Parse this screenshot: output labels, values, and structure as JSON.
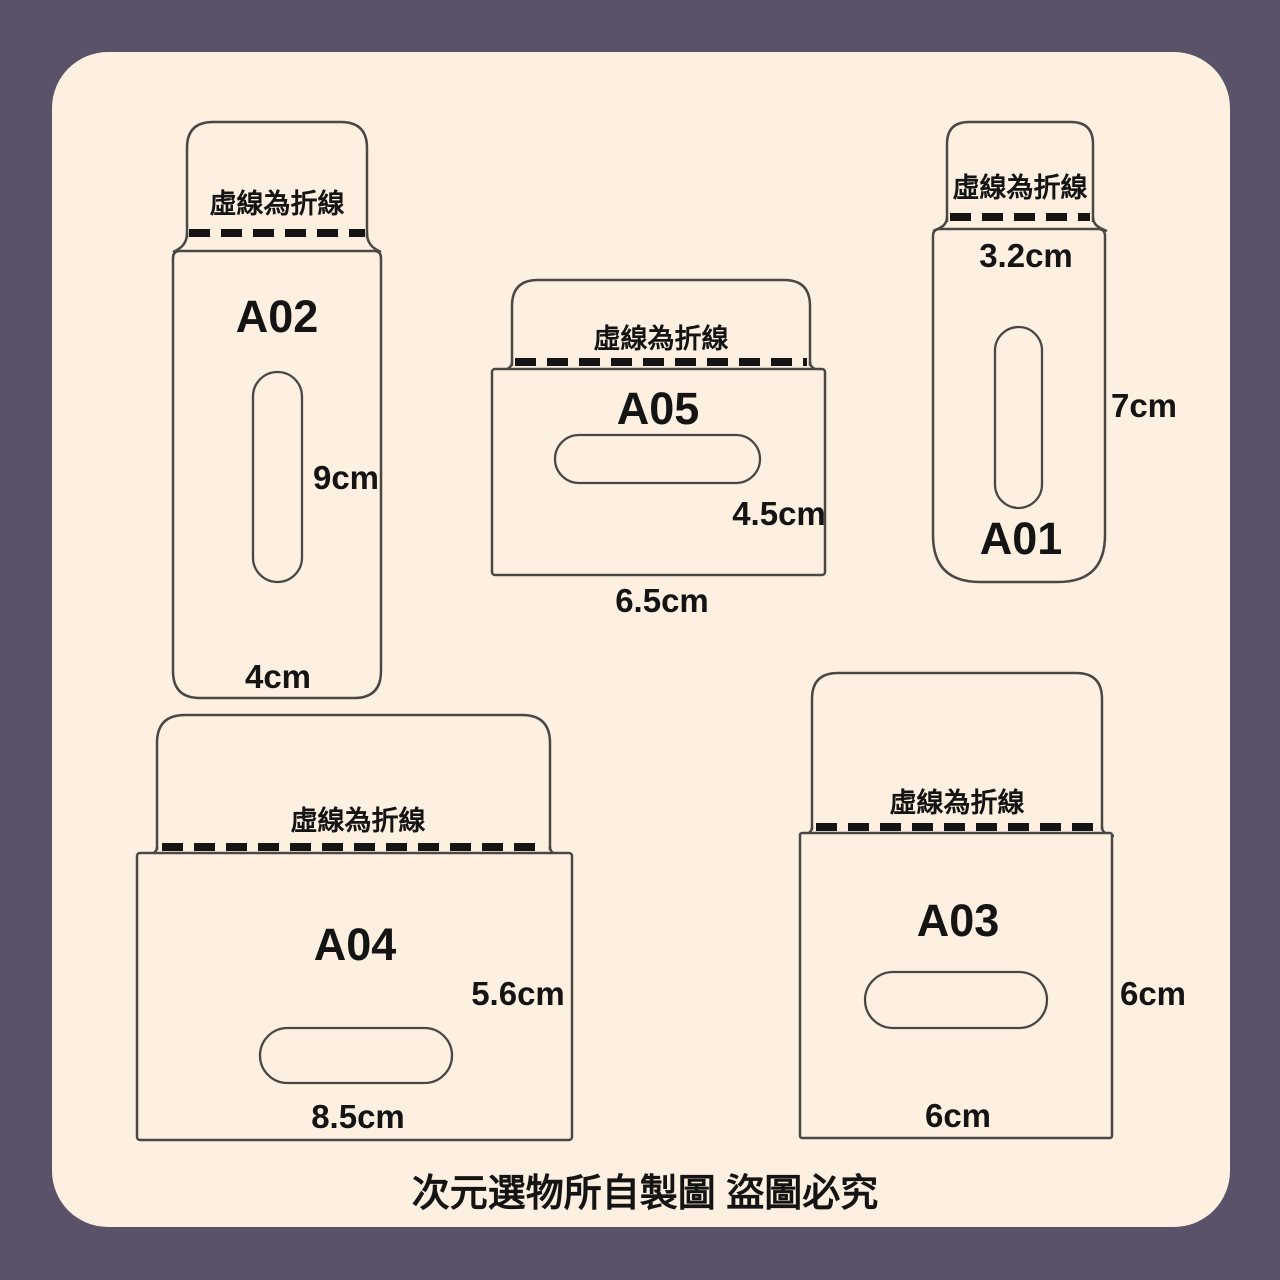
{
  "colors": {
    "background": "#595269",
    "panel": "#fdf0e1",
    "outline": "#4a4745",
    "ink": "#141414"
  },
  "fold_note": "虛線為折線",
  "caption": "次元選物所自製圖 盜圖必究",
  "pieces": {
    "a01": {
      "label": "A01",
      "width_label": "3.2cm",
      "height_label": "7cm"
    },
    "a02": {
      "label": "A02",
      "height_label": "9cm",
      "width_label": "4cm"
    },
    "a03": {
      "label": "A03",
      "height_label": "6cm",
      "width_label": "6cm"
    },
    "a04": {
      "label": "A04",
      "height_label": "5.6cm",
      "width_label": "8.5cm"
    },
    "a05": {
      "label": "A05",
      "height_label": "4.5cm",
      "width_label": "6.5cm"
    }
  }
}
